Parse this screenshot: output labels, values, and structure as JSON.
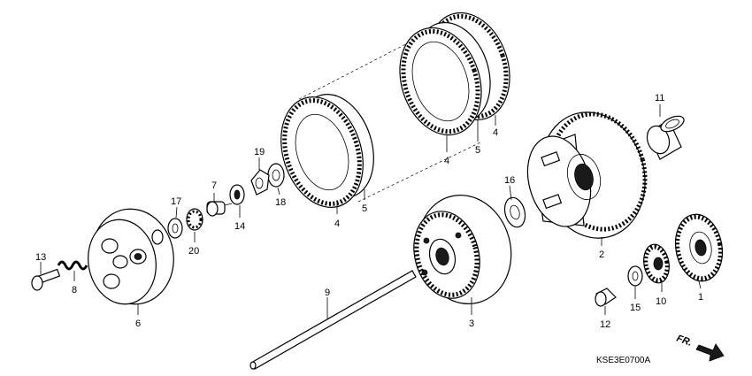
{
  "diagram": {
    "code": "KSE3E0700A",
    "direction_label": "FR.",
    "callouts": {
      "p1": "1",
      "p2": "2",
      "p3": "3",
      "p4a": "4",
      "p4b": "4",
      "p4c": "4",
      "p5a": "5",
      "p5b": "5",
      "p6": "6",
      "p7": "7",
      "p8": "8",
      "p9": "9",
      "p10": "10",
      "p11": "11",
      "p12": "12",
      "p13": "13",
      "p14": "14",
      "p15": "15",
      "p16": "16",
      "p17": "17",
      "p18": "18",
      "p19": "19",
      "p20": "20"
    }
  }
}
